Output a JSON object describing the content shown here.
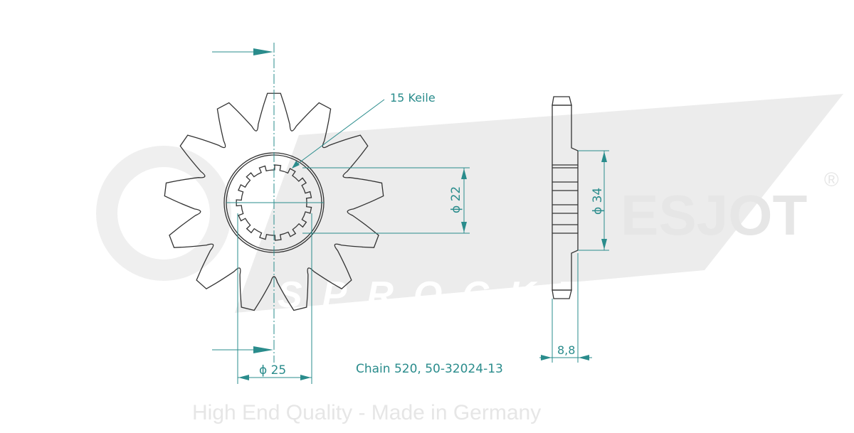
{
  "watermark": {
    "brand": "ESJOT",
    "registered": "®",
    "sub": "SPROCKETS",
    "tagline": "High End Quality - Made in Germany"
  },
  "drawing": {
    "teeth": 13,
    "splines": 15,
    "spline_label": "15 Keile",
    "dim_inner": "ϕ 22",
    "dim_hub": "ϕ 34",
    "dim_bore": "ϕ 25",
    "dim_width": "8,8",
    "caption": "Chain 520, 50-32024-13"
  },
  "colors": {
    "dimension": "#2a8c8c",
    "outline": "#333333"
  }
}
